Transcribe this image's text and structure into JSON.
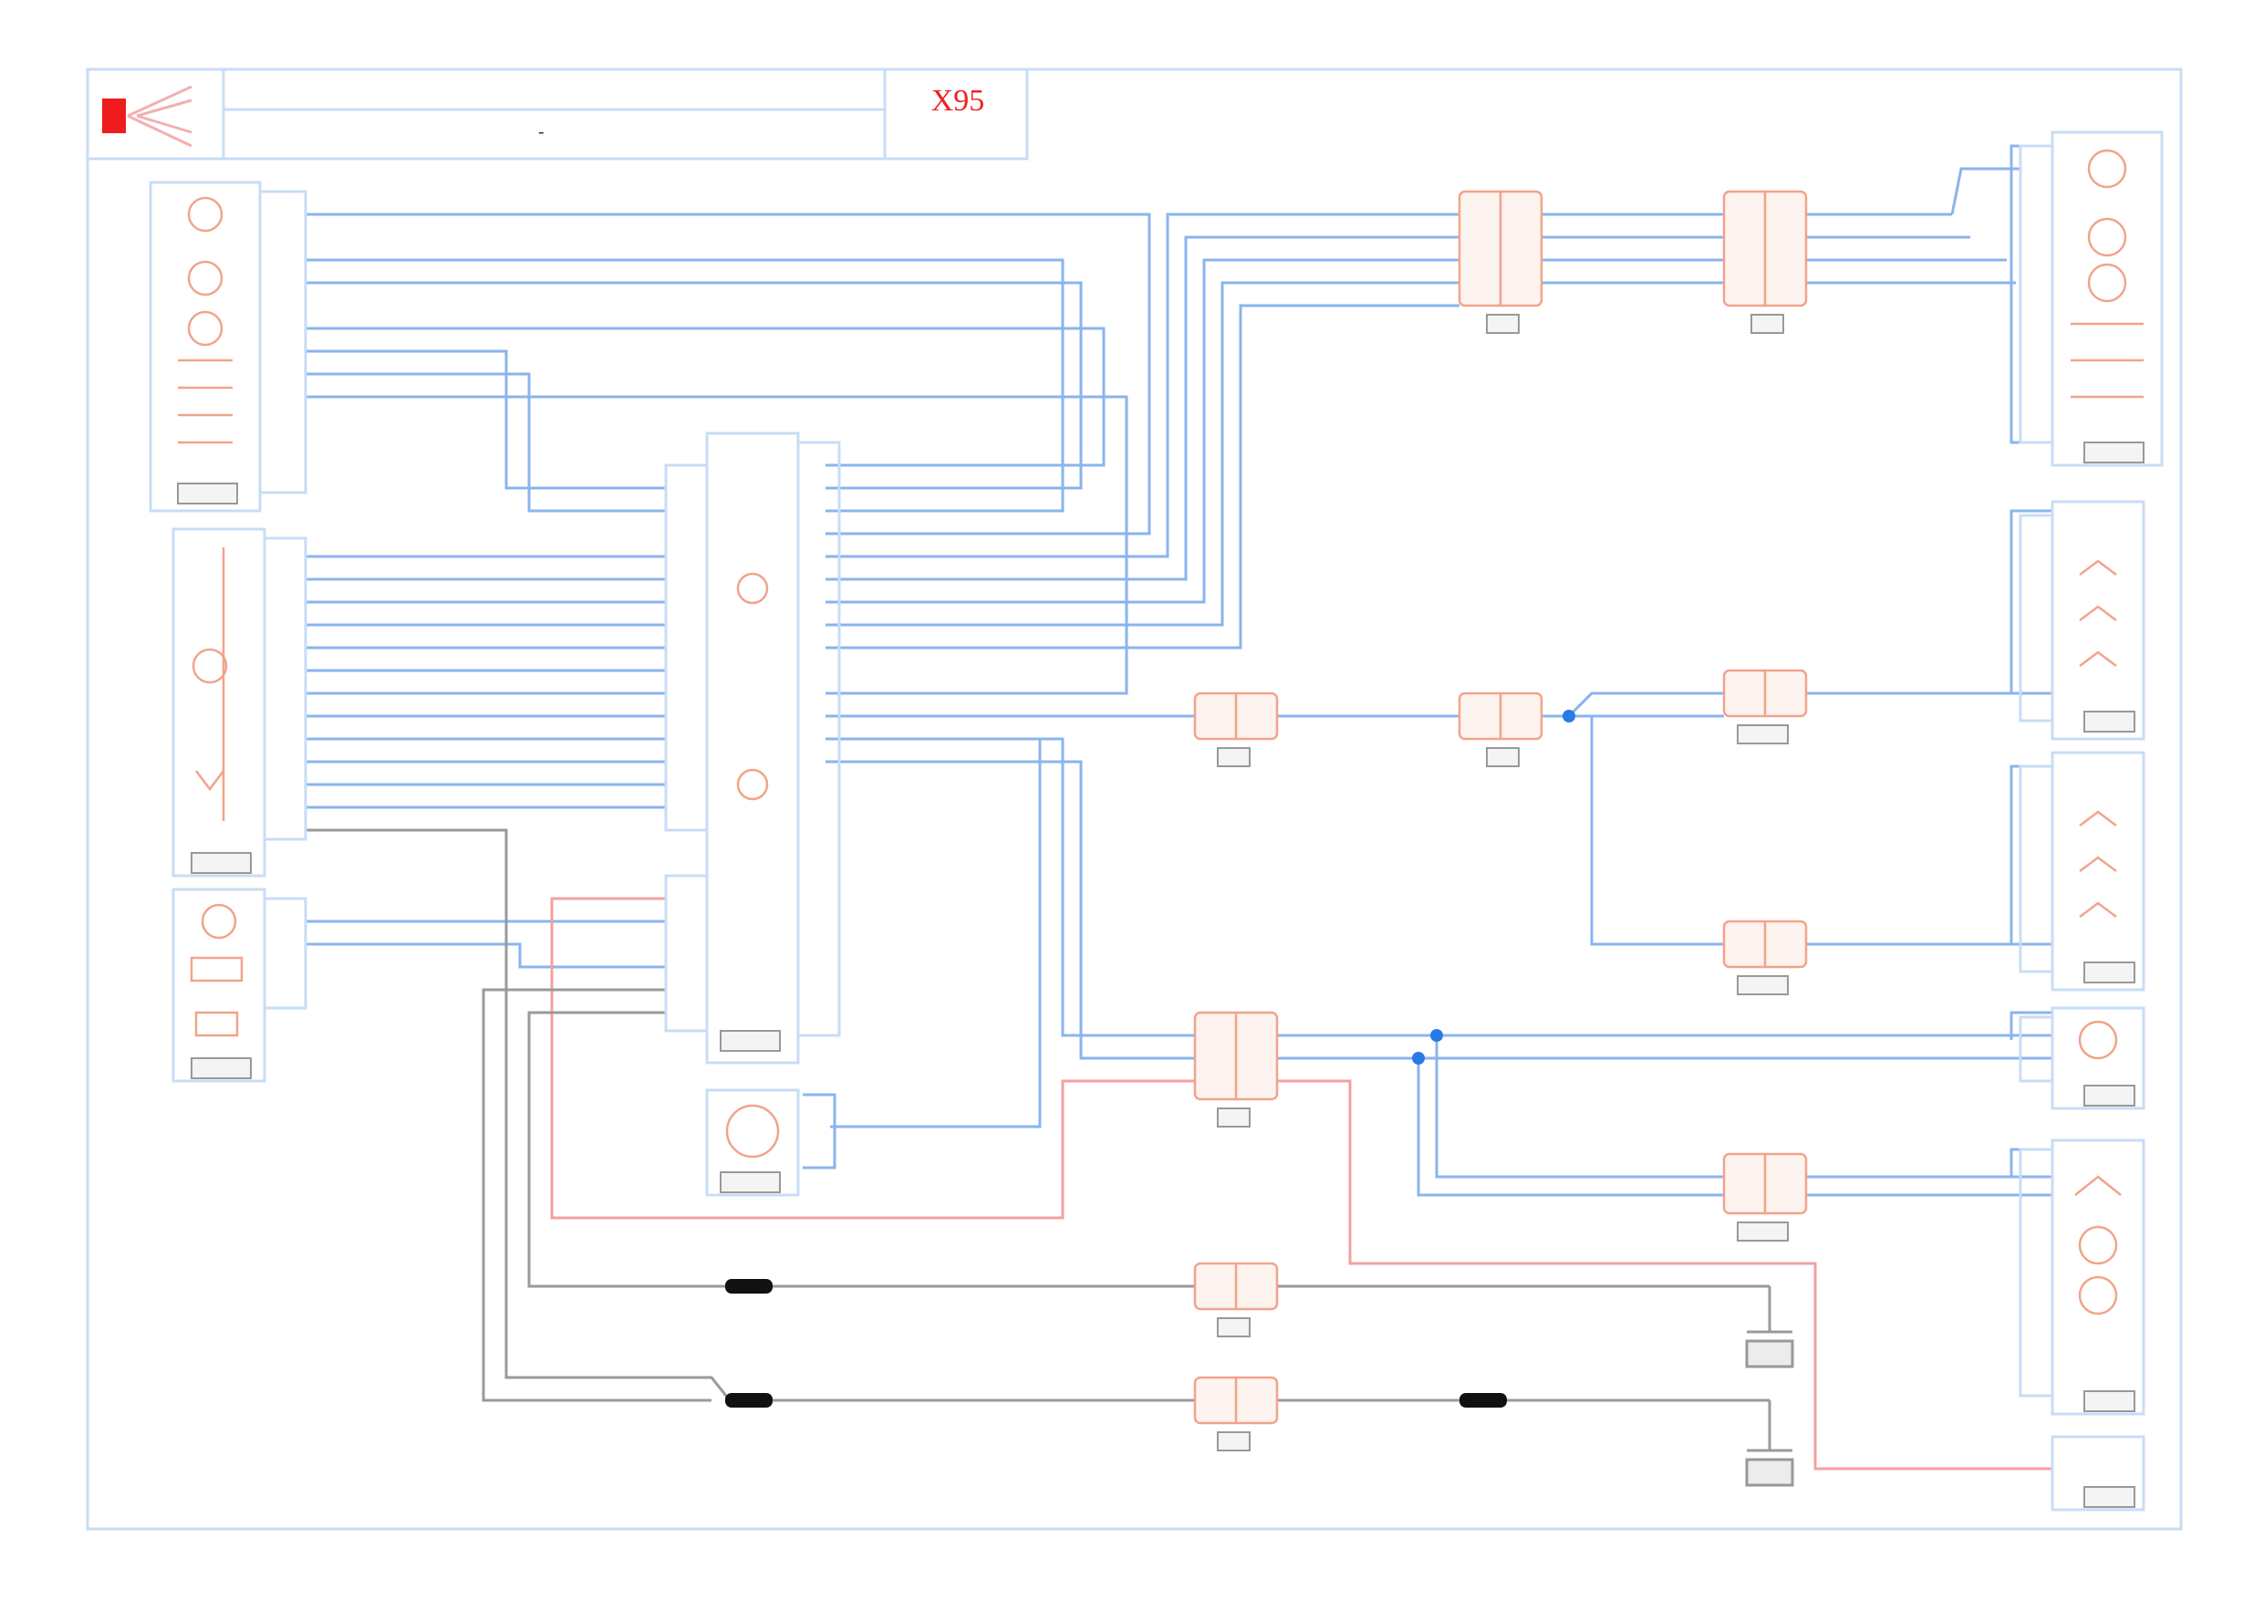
{
  "header": {
    "code": "X95",
    "code_sub": "",
    "dash": "-"
  },
  "page_label": "",
  "colors": {
    "wire_blue": "#8ab4ee",
    "wire_red": "#f2a0a0",
    "wire_grey": "#9a9a9a",
    "component": "#f1a48a",
    "border": "#c8dcf6",
    "accent_red": "#ee2222",
    "node_blue": "#2a7ae6"
  },
  "components": [
    {
      "id": "c1",
      "label": ""
    },
    {
      "id": "c2",
      "label": ""
    },
    {
      "id": "c3",
      "label": ""
    },
    {
      "id": "c4",
      "label": ""
    },
    {
      "id": "c5",
      "label": ""
    },
    {
      "id": "c6",
      "label": ""
    },
    {
      "id": "c7",
      "label": ""
    },
    {
      "id": "c8",
      "label": ""
    },
    {
      "id": "c9",
      "label": ""
    },
    {
      "id": "c10",
      "label": ""
    },
    {
      "id": "c11",
      "label": ""
    },
    {
      "id": "c12",
      "label": ""
    }
  ],
  "connectors": [
    {
      "id": "k1",
      "label": ""
    },
    {
      "id": "k2",
      "label": ""
    },
    {
      "id": "k3",
      "label": ""
    },
    {
      "id": "k4",
      "label": ""
    },
    {
      "id": "k5",
      "label": ""
    },
    {
      "id": "k6",
      "label": ""
    },
    {
      "id": "k7",
      "label": ""
    },
    {
      "id": "k8",
      "label": ""
    },
    {
      "id": "k9",
      "label": ""
    },
    {
      "id": "k10",
      "label": ""
    },
    {
      "id": "k11",
      "label": ""
    }
  ],
  "grounds": [
    {
      "id": "g1",
      "label": ""
    },
    {
      "id": "g2",
      "label": ""
    }
  ]
}
